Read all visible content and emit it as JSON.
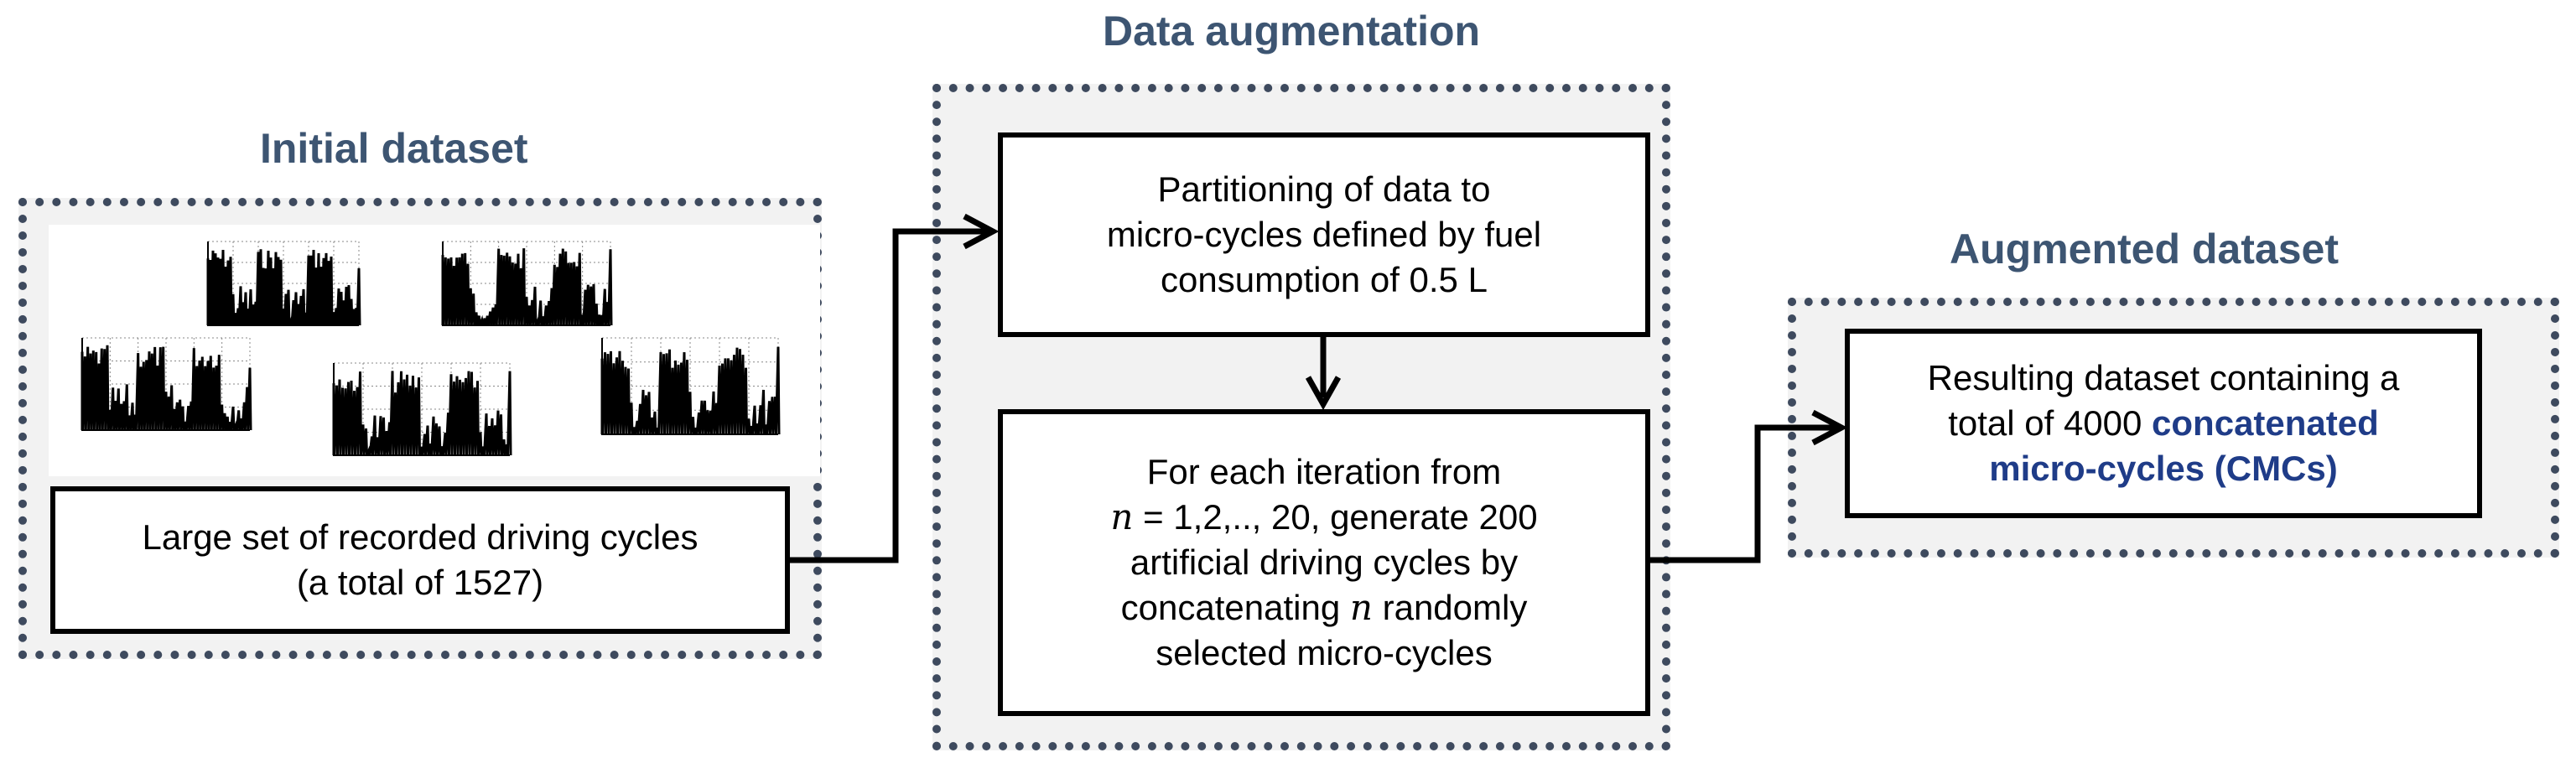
{
  "titles": {
    "initial": "Initial dataset",
    "augmentation": "Data augmentation",
    "augmented": "Augmented dataset"
  },
  "initial_box": {
    "line1": "Large set of recorded driving cycles",
    "line2": "(a total of 1527)"
  },
  "partition_box": {
    "line1": "Partitioning of data to",
    "line2": "micro-cycles defined by fuel",
    "line3": "consumption  of 0.5 L"
  },
  "iteration_box": {
    "line1": "For each iteration from",
    "line2_n": "n",
    "line2_eq": " = 1,2,.., 20",
    "line2_rest": ", generate 200",
    "line3": "artificial driving cycles by",
    "line4_pre": "concatenating ",
    "line4_n": "n",
    "line4_post": " randomly",
    "line5": "selected micro-cycles"
  },
  "result_box": {
    "line1": "Resulting dataset containing a",
    "line2_pre": "total of 4000 ",
    "line2_hl": "concatenated",
    "line3_hl": "micro-cycles (CMCs)"
  },
  "colors": {
    "title": "#3d5572",
    "group_border": "#3e4a5e",
    "group_fill": "#f2f2f2",
    "highlight": "#1f3c88"
  }
}
